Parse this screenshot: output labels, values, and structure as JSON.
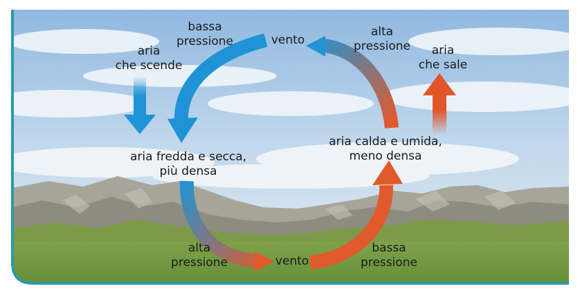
{
  "labels": {
    "top_low_pressure": [
      "bassa",
      "pressione"
    ],
    "top_wind": "vento",
    "top_high_pressure": [
      "alta",
      "pressione"
    ],
    "descending_air": [
      "aria",
      "che scende"
    ],
    "rising_air": [
      "aria",
      "che sale"
    ],
    "cold_dry_air": [
      "aria fredda e secca,",
      "più densa"
    ],
    "warm_humid_air": [
      "aria calda e umida,",
      "meno densa"
    ],
    "bottom_high_pressure": [
      "alta",
      "pressione"
    ],
    "bottom_wind": "vento",
    "bottom_low_pressure": [
      "bassa",
      "pressione"
    ]
  },
  "colors": {
    "sky_top": "#8fb8e0",
    "cloud": "#f4f7fb",
    "mountain": "#9a9a8c",
    "grass": "#6f9a3e",
    "cold_arrow": "#1e93d6",
    "warm_arrow": "#e0552a",
    "frame": "#2a9aa6"
  }
}
